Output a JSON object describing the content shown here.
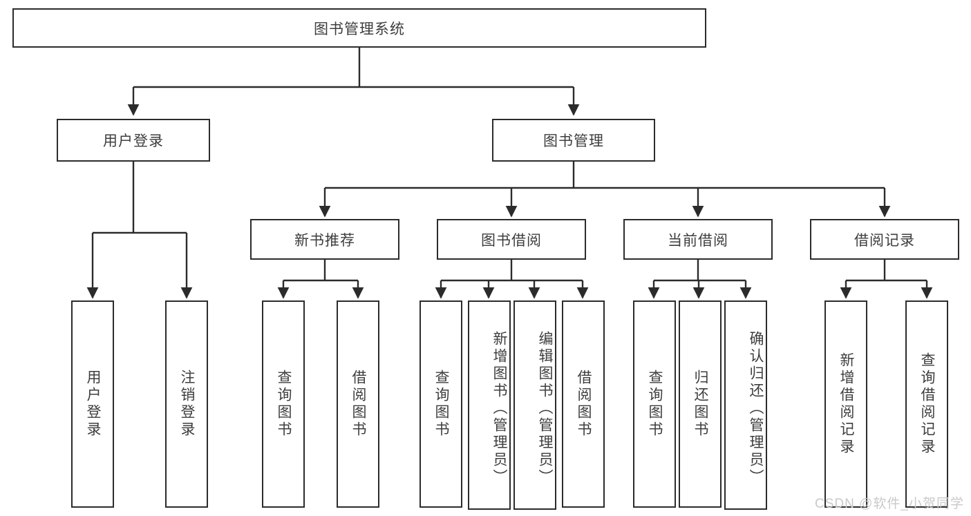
{
  "diagram": {
    "type": "tree-hierarchy",
    "title": "图书管理系统",
    "root": {
      "label": "图书管理系统"
    },
    "level2": [
      {
        "label": "用户登录"
      },
      {
        "label": "图书管理"
      }
    ],
    "level3": [
      {
        "label": "新书推荐"
      },
      {
        "label": "图书借阅"
      },
      {
        "label": "当前借阅"
      },
      {
        "label": "借阅记录"
      }
    ],
    "leaves": [
      {
        "label": "用户登录"
      },
      {
        "label": "注销登录"
      },
      {
        "label": "查询图书"
      },
      {
        "label": "借阅图书"
      },
      {
        "label": "查询图书"
      },
      {
        "label": "新增图书（管理员）"
      },
      {
        "label": "编辑图书（管理员）"
      },
      {
        "label": "借阅图书"
      },
      {
        "label": "查询图书"
      },
      {
        "label": "归还图书"
      },
      {
        "label": "确认归还（管理员）"
      },
      {
        "label": "新增借阅记录"
      },
      {
        "label": "查询借阅记录"
      }
    ]
  },
  "watermark": {
    "text": "CSDN @软件_小贺同学"
  },
  "colors": {
    "line": "#2b2b2b",
    "text": "#3d3d3d",
    "background": "#ffffff",
    "watermark": "#c9c9c9"
  }
}
